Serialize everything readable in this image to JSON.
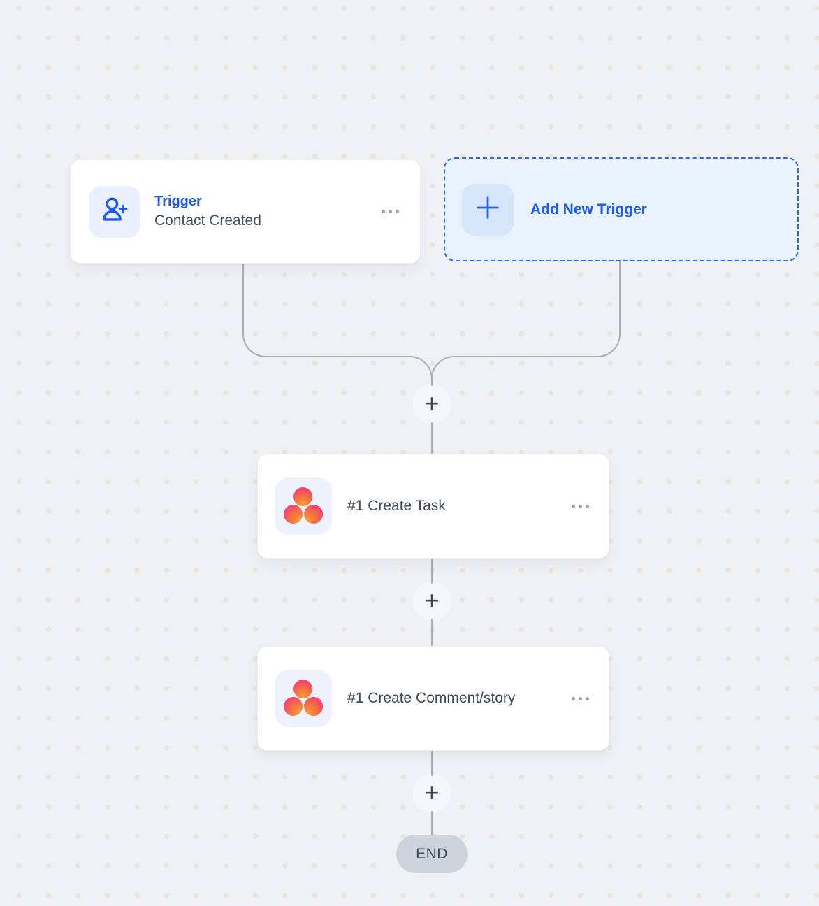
{
  "workflow": {
    "trigger_card": {
      "title": "Trigger",
      "subtitle": "Contact Created",
      "icon": "person-plus-icon",
      "menu_icon": "ellipsis-icon"
    },
    "add_trigger_card": {
      "label": "Add New Trigger",
      "icon": "plus-icon"
    },
    "step_cards": [
      {
        "label": "#1 Create Task",
        "app_icon": "asana-icon",
        "menu_icon": "ellipsis-icon"
      },
      {
        "label": "#1 Create Comment/story",
        "app_icon": "asana-icon",
        "menu_icon": "ellipsis-icon"
      }
    ],
    "end_node": {
      "label": "END"
    },
    "add_step_symbol": "+"
  },
  "colors": {
    "canvas_bg": "#f0f1f4",
    "canvas_dot": "#e8e5e1",
    "accent_blue": "#1d5cf0",
    "dashed_border_blue": "#2e6ae8",
    "add_card_bg": "#e9f1fd",
    "icon_box_blue": "#e9effc",
    "card_text": "#3f4a5a",
    "connector_gray": "#a9aeb6",
    "plus_dark": "#3d4858",
    "end_pill_bg": "#cdd3db",
    "asana_orange": "#fb9b32",
    "asana_pink": "#f4426d"
  }
}
